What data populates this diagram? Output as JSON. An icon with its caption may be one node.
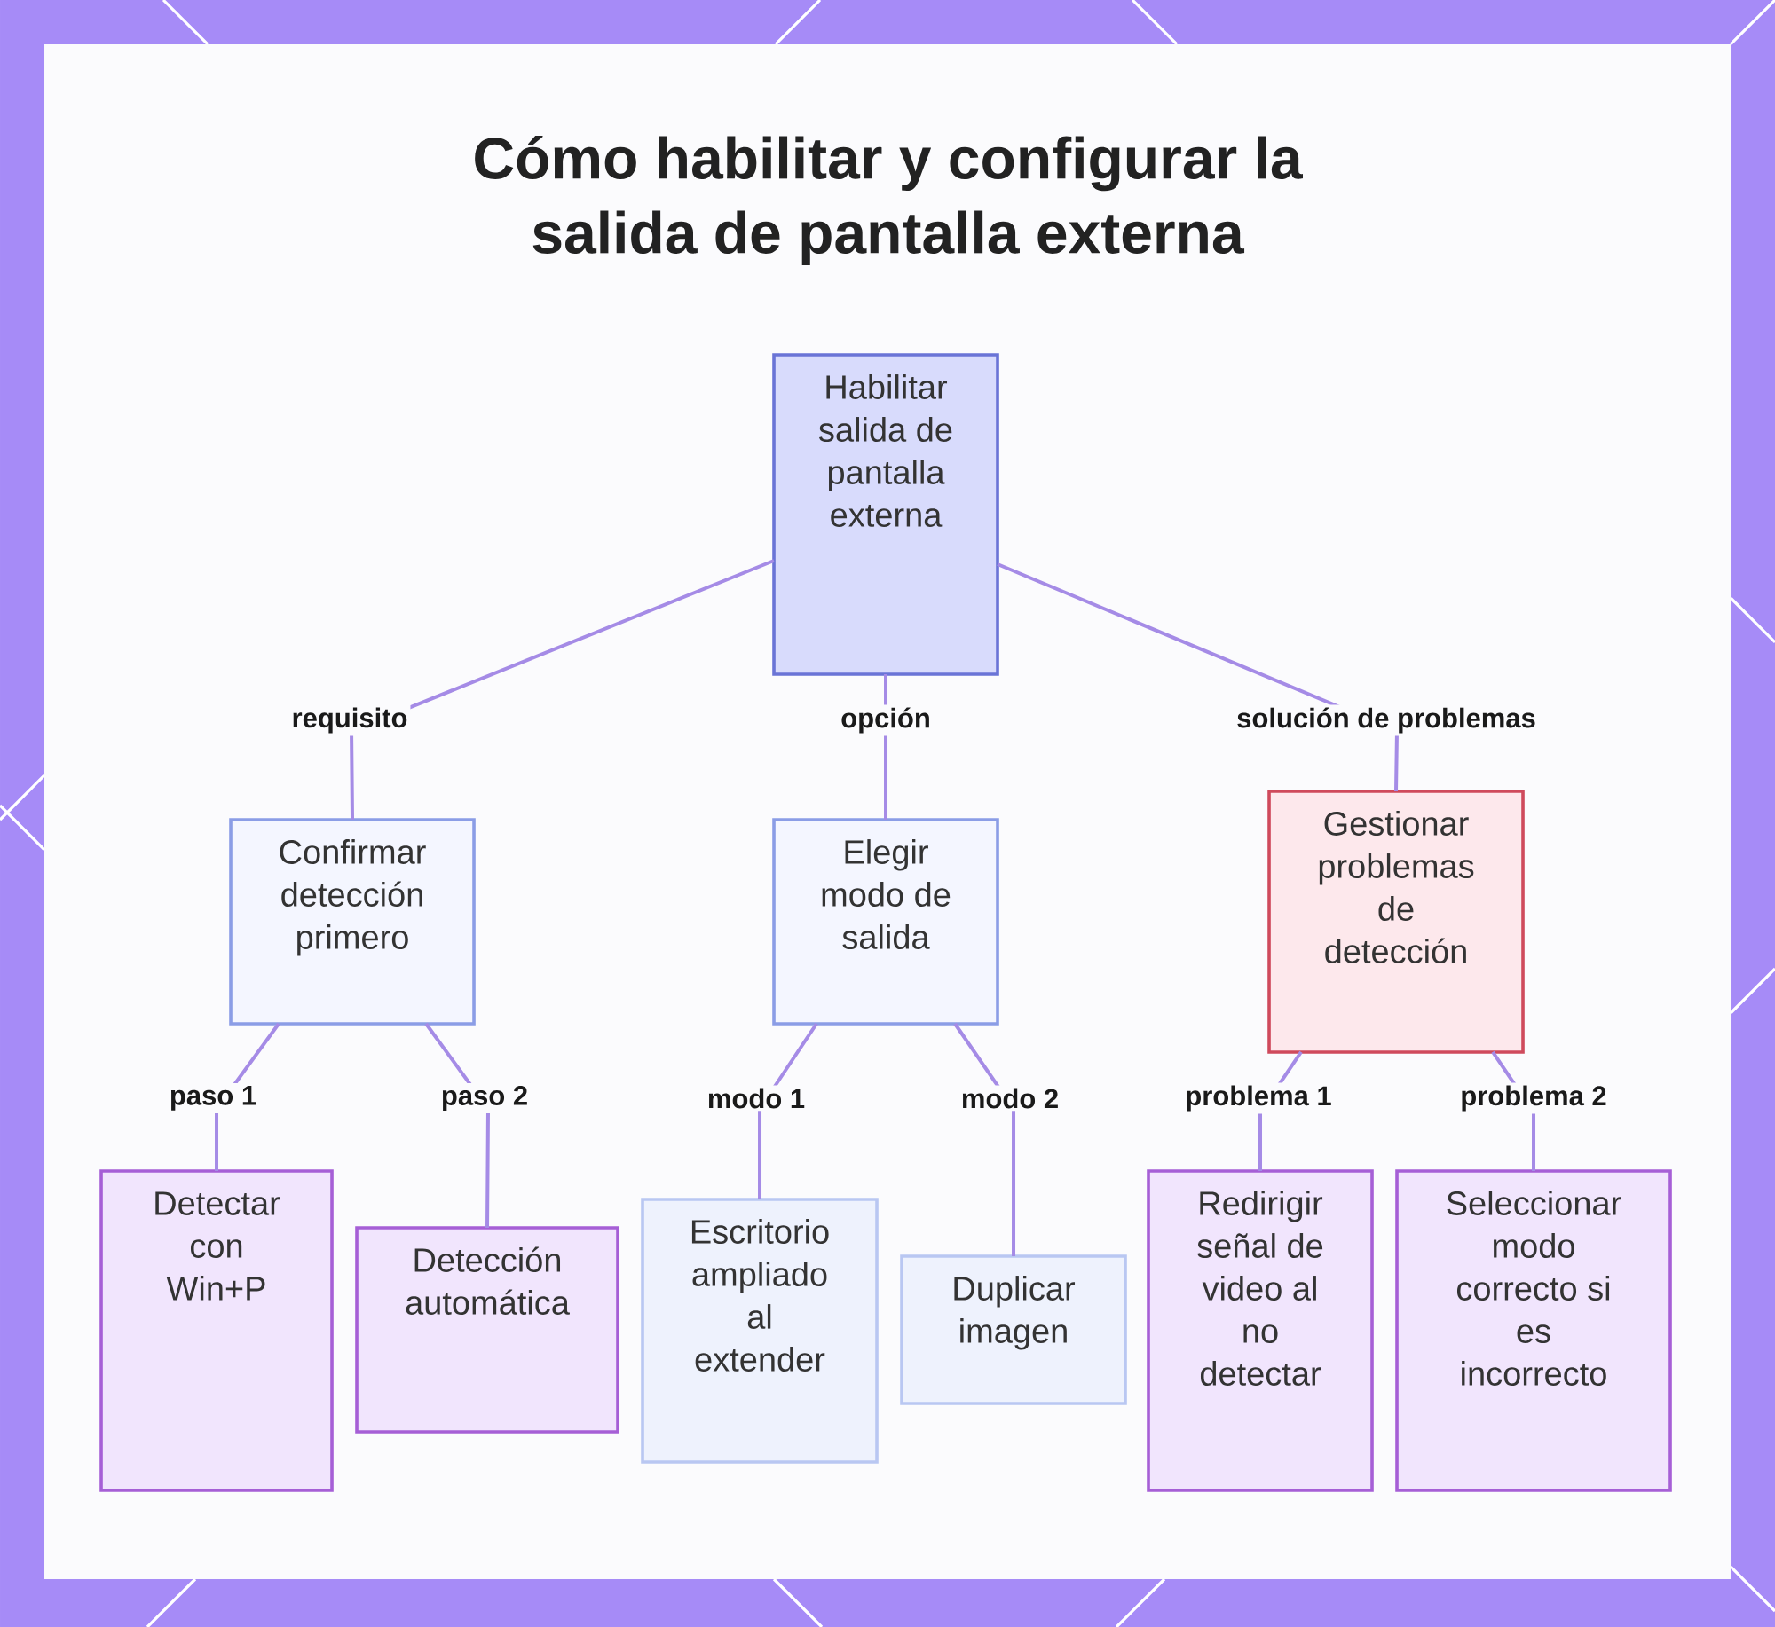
{
  "diagram": {
    "title": "Cómo habilitar y configurar la salida de pantalla externa",
    "nodes": [
      {
        "text": [
          "Habilitar salida de pantalla externa"
        ]
      },
      {
        "text": [
          "Confirmar detección primero"
        ]
      },
      {
        "text": [
          "Elegir modo de salida"
        ]
      },
      {
        "text": [
          "Gestionar problemas de detección"
        ]
      },
      {
        "text": [
          "Detectar con Win+P"
        ]
      },
      {
        "text": [
          "Detección automática"
        ]
      },
      {
        "text": [
          "Escritorio ampliado al extender"
        ]
      },
      {
        "text": [
          "Duplicar imagen"
        ]
      },
      {
        "text": [
          "Redirigir señal de video al no detectar"
        ]
      },
      {
        "text": [
          "Seleccionar modo correcto si es incorrecto"
        ]
      }
    ],
    "edges": [
      {
        "from": 0,
        "to": 1,
        "arrow": "none",
        "label": "requisito"
      },
      {
        "from": 0,
        "to": 2,
        "arrow": "none",
        "label": "opción"
      },
      {
        "from": 0,
        "to": 3,
        "arrow": "none",
        "label": "solución de problemas"
      },
      {
        "from": 1,
        "to": 4,
        "arrow": "none",
        "label": "paso 1"
      },
      {
        "from": 1,
        "to": 5,
        "arrow": "none",
        "label": "paso 2"
      },
      {
        "from": 2,
        "to": 6,
        "arrow": "none",
        "label": "modo 1"
      },
      {
        "from": 2,
        "to": 7,
        "arrow": "none",
        "label": "modo 2"
      },
      {
        "from": 3,
        "to": 8,
        "arrow": "none",
        "label": "problema 1"
      },
      {
        "from": 3,
        "to": 9,
        "arrow": "none",
        "label": "problema 2"
      }
    ]
  }
}
